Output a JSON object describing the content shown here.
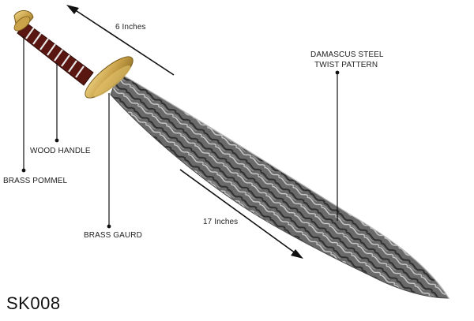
{
  "product": {
    "code": "SK008"
  },
  "callouts": {
    "handle_length": "6 Inches",
    "blade_length": "17 Inches",
    "steel_line1": "DAMASCUS STEEL",
    "steel_line2": "TWIST PATTERN",
    "wood_handle": "WOOD HANDLE",
    "brass_pommel": "BRASS POMMEL",
    "brass_guard": "BRASS GAURD"
  },
  "colors": {
    "brass": "#c9a24a",
    "wood": "#6b1e16",
    "steel_dark": "#3a3a3a",
    "steel_light": "#bdbdbd",
    "line": "#111111"
  }
}
